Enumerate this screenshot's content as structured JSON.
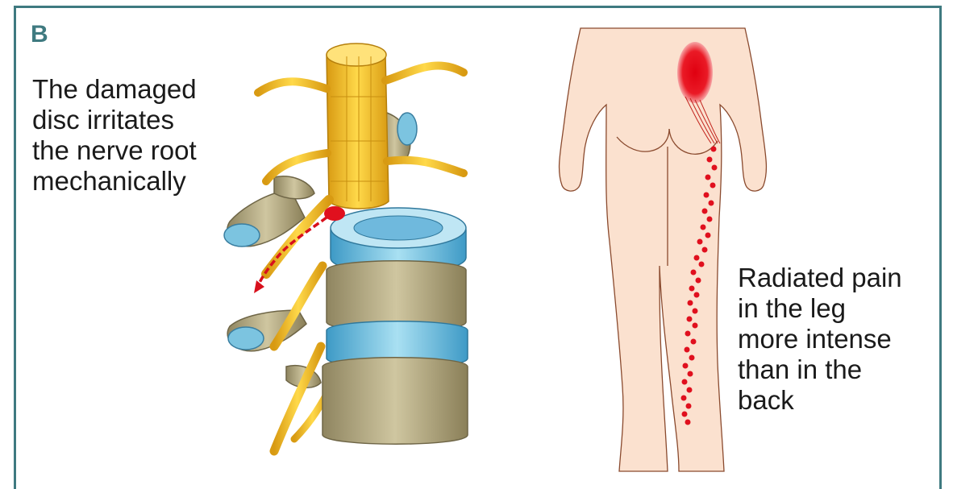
{
  "panel_label": "B",
  "left_caption": {
    "lines": [
      "The damaged",
      "disc irritates",
      "the nerve root",
      "mechanically"
    ]
  },
  "right_caption": {
    "lines": [
      "Radiated pain",
      "in the leg",
      "more intense",
      "than in the",
      "back"
    ]
  },
  "colors": {
    "frame": "#3f7a80",
    "nerve": "#f2c12e",
    "disc": "#7cc4e0",
    "bone": "#b8ae88",
    "pain": "#e0101e",
    "skin": "#fbe1cf"
  }
}
